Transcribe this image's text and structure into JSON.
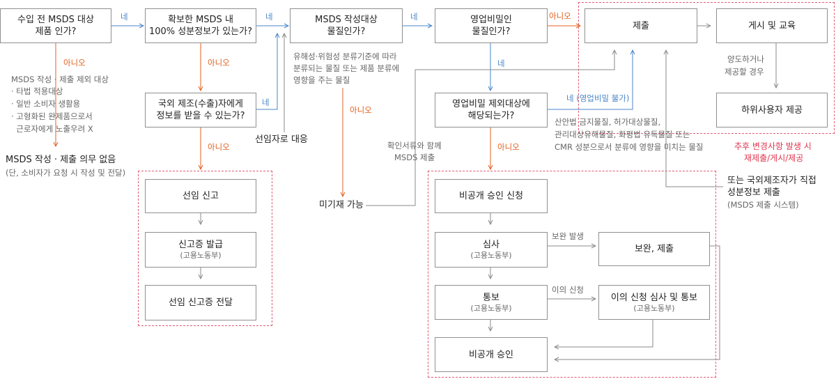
{
  "boxes": {
    "q1": "수입 전 MSDS 대상\n제품 인가?",
    "q2": "확보한 MSDS 내\n100% 성분정보가 있는가?",
    "q3": "MSDS 작성대상\n물질인가?",
    "q4": "영업비밀인\n물질인가?",
    "submit": "제출",
    "post": "게시 및 교육",
    "q5": "국외 제조(수출)자에게\n정보를 받을 수 있는가?",
    "q6": "영업비밀 제외대상에\n해당되는가?",
    "downstream": "하위사용자 제공",
    "report": "선임 신고",
    "cert_issue": "신고증 발급",
    "cert_issue_sub": "(고용노동부)",
    "cert_deliver": "선임 신고증 전달",
    "apply": "비공개 승인 신청",
    "review": "심사",
    "review_sub": "(고용노동부)",
    "notify": "통보",
    "notify_sub": "(고용노동부)",
    "approve": "비공개 승인",
    "supplement": "보완, 제출",
    "objection": "이의 신청 심사 및 통보",
    "objection_sub": "(고용노동부)"
  },
  "labels": {
    "yes": "네",
    "no": "아니오",
    "exempt_title": "MSDS 작성 · 제출 제외 대상",
    "exempt_items": [
      "· 타법 적용대상",
      "· 일반 소비자 생활용",
      "· 고형화된 완제품으로서",
      "  근로자에게 노출우려 X"
    ],
    "no_duty": "MSDS 작성 · 제출 의무 없음",
    "no_duty_sub": "(단, 소비자가 요청 시 작성 및 전달)",
    "agent": "선임자로 대응",
    "hazard_note": [
      "유해성·위험성 분류기준에 따라",
      "분류되는 물질 또는 제품 분류에",
      "영향을 주는 물질"
    ],
    "not_listed": "미기재 가능",
    "confirm_docs": [
      "확인서류와 함께",
      "MSDS 제출"
    ],
    "yes_not_secret": "네 (영업비밀 불가)",
    "excluded_list": [
      "산안법 금지물질, 허가대상물질,",
      "관리대상유해물질, 화평법 유독물질 또는",
      "CMR 성분으로서 분류에 영향을 미치는 물질"
    ],
    "transfer": [
      "양도하거나",
      "제공할 경우"
    ],
    "change_note": [
      "추후 변경사항 발생 시",
      "재제출/게시/제공"
    ],
    "foreign": [
      "또는 국외제조자가 직접",
      "성분정보 제출"
    ],
    "foreign_sub": "(MSDS 제출 시스템)",
    "supp_request": "보완 발생",
    "objection_req": "이의 신청"
  },
  "colors": {
    "orange": "#e2601f",
    "blue": "#4a86c8",
    "red": "#e0364f",
    "gray": "#9a9a9a"
  }
}
